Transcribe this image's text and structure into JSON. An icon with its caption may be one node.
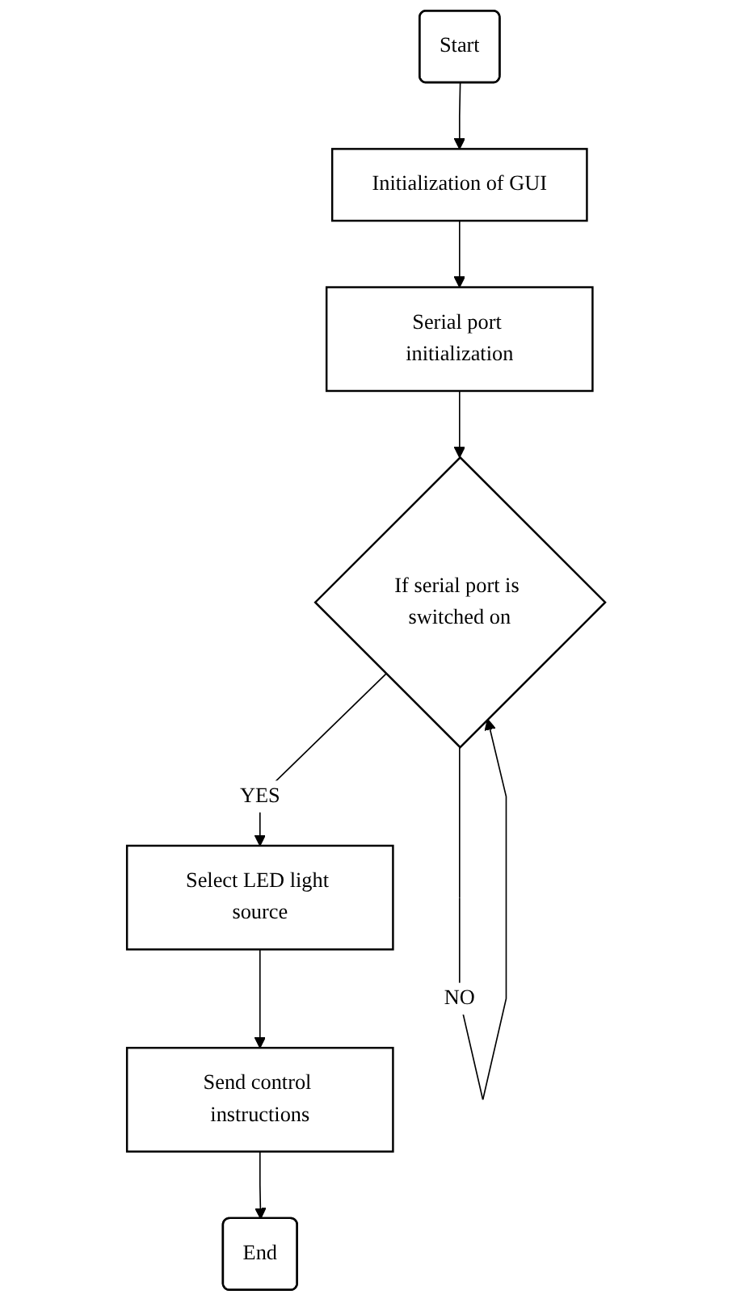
{
  "diagram": {
    "nodes": [
      {
        "text": [
          "Start"
        ]
      },
      {
        "text": [
          "Initialization of GUI"
        ]
      },
      {
        "text": [
          "Serial port initialization"
        ]
      },
      {
        "text": [
          "If serial port is switched on"
        ]
      },
      {
        "text": [
          "Select LED light source"
        ]
      },
      {
        "text": [
          "Send control instructions"
        ]
      },
      {
        "text": [
          "End"
        ]
      }
    ],
    "edges": [
      {
        "from": 0,
        "to": 1,
        "arrow": "to"
      },
      {
        "from": 1,
        "to": 2,
        "arrow": "to"
      },
      {
        "from": 2,
        "to": 3,
        "arrow": "to"
      },
      {
        "from": 3,
        "to": 4,
        "arrow": "to",
        "label": "YES"
      },
      {
        "from": 3,
        "to": 3,
        "arrow": "to",
        "label": "NO"
      },
      {
        "from": 4,
        "to": 5,
        "arrow": "to"
      },
      {
        "from": 5,
        "to": 6,
        "arrow": "to"
      }
    ]
  }
}
